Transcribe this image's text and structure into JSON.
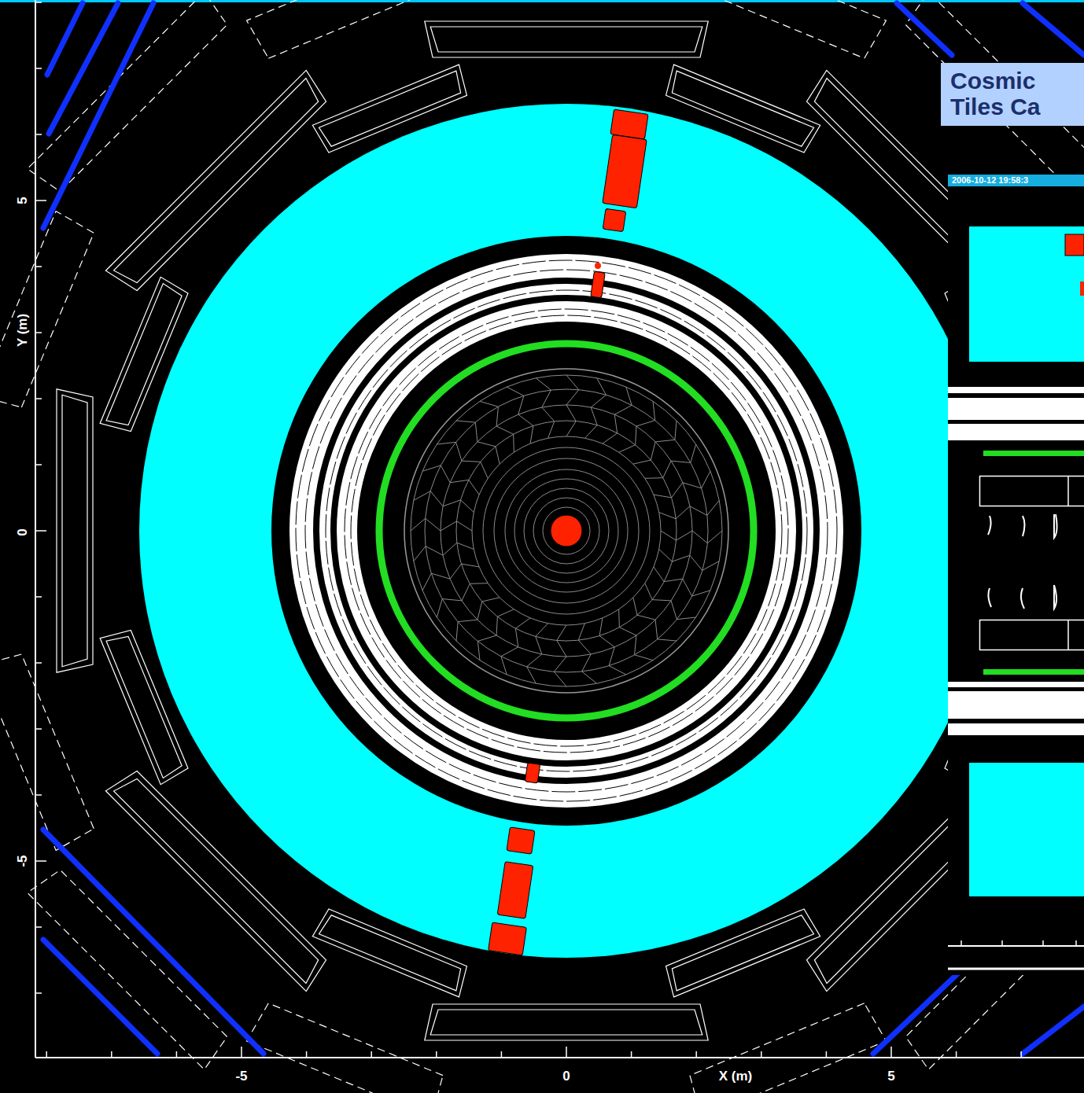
{
  "diagram": {
    "nodes": [
      {
        "text": [
          "Cosmic Tiles Ca"
        ]
      },
      {
        "text": [
          "2006-10-12 19:58:3"
        ]
      }
    ],
    "labels": [
      "5",
      "0",
      "-5",
      "Y (m)",
      "-5",
      "0",
      "5",
      "X (m)"
    ]
  }
}
